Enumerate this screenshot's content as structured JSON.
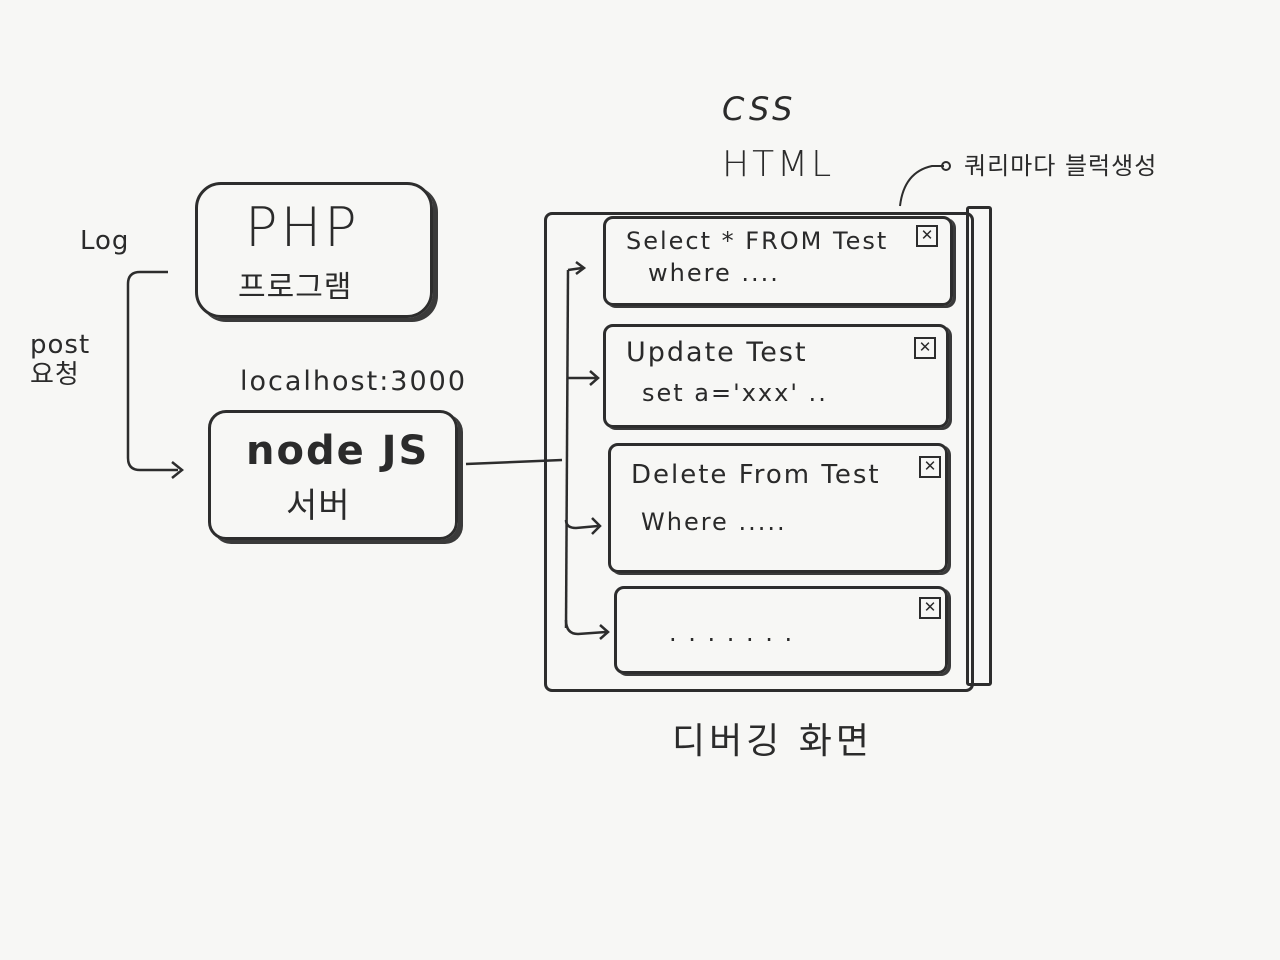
{
  "labels": {
    "log": "Log",
    "post_line1": "post",
    "post_line2": "요청",
    "localhost": "localhost:3000",
    "css": "CSS",
    "html": "HTML",
    "note": "쿼리마다 블럭생성",
    "caption": "디버깅 화면"
  },
  "php_box": {
    "title": "PHP",
    "subtitle": "프로그램"
  },
  "node_box": {
    "title": "node JS",
    "subtitle": "서버"
  },
  "queries": [
    {
      "line1": "Select * FROM Test",
      "line2": "where ....",
      "close": "✕"
    },
    {
      "line1": "Update Test",
      "line2": "set a='xxx' ..",
      "close": "✕"
    },
    {
      "line1": "Delete From Test",
      "line2": "Where .....",
      "close": "✕"
    },
    {
      "line1": ". . . . . . .",
      "line2": "",
      "close": "✕"
    }
  ],
  "icons": {
    "close": "close-icon",
    "arrow": "arrow-icon"
  }
}
